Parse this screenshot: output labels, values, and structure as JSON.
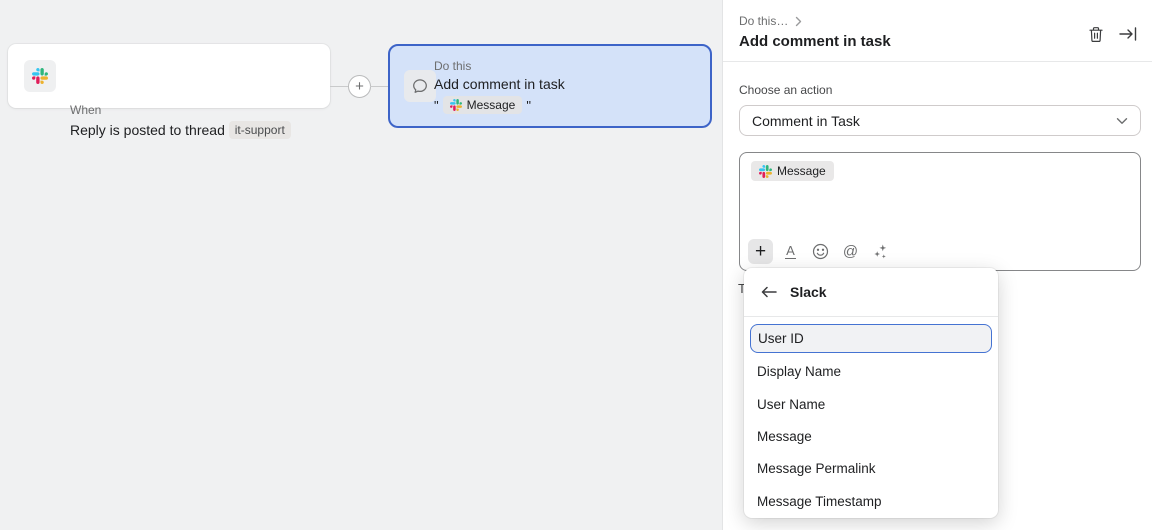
{
  "canvas": {
    "when_card": {
      "label": "When",
      "title_prefix": "Reply is posted to thread",
      "channel_pill": "it-support"
    },
    "connector_plus": "+",
    "do_card": {
      "label": "Do this",
      "title": "Add comment in task",
      "quote_open": "\"",
      "quote_close": "\"",
      "value_pill": "Message"
    }
  },
  "panel": {
    "breadcrumb": "Do this…",
    "title": "Add comment in task",
    "action_label": "Choose an action",
    "action_value": "Comment in Task",
    "editor": {
      "pill": "Message",
      "toolbar": {
        "plus_label": "+",
        "format_label": "A",
        "at_label": "@"
      }
    },
    "occluded_text": "T",
    "popup": {
      "header": "Slack",
      "items": [
        {
          "label": "User ID",
          "selected": true
        },
        {
          "label": "Display Name",
          "selected": false
        },
        {
          "label": "User Name",
          "selected": false
        },
        {
          "label": "Message",
          "selected": false
        },
        {
          "label": "Message Permalink",
          "selected": false
        },
        {
          "label": "Message Timestamp",
          "selected": false
        }
      ]
    }
  },
  "colors": {
    "accent_blue": "#4573d2",
    "node_fill": "#d4e2f9",
    "node_border": "#3d64c8",
    "canvas_bg": "#f0f1f2",
    "slack_blue": "#36C5F0",
    "slack_green": "#2EB67D",
    "slack_red": "#E01E5A",
    "slack_yellow": "#ECB22E"
  }
}
